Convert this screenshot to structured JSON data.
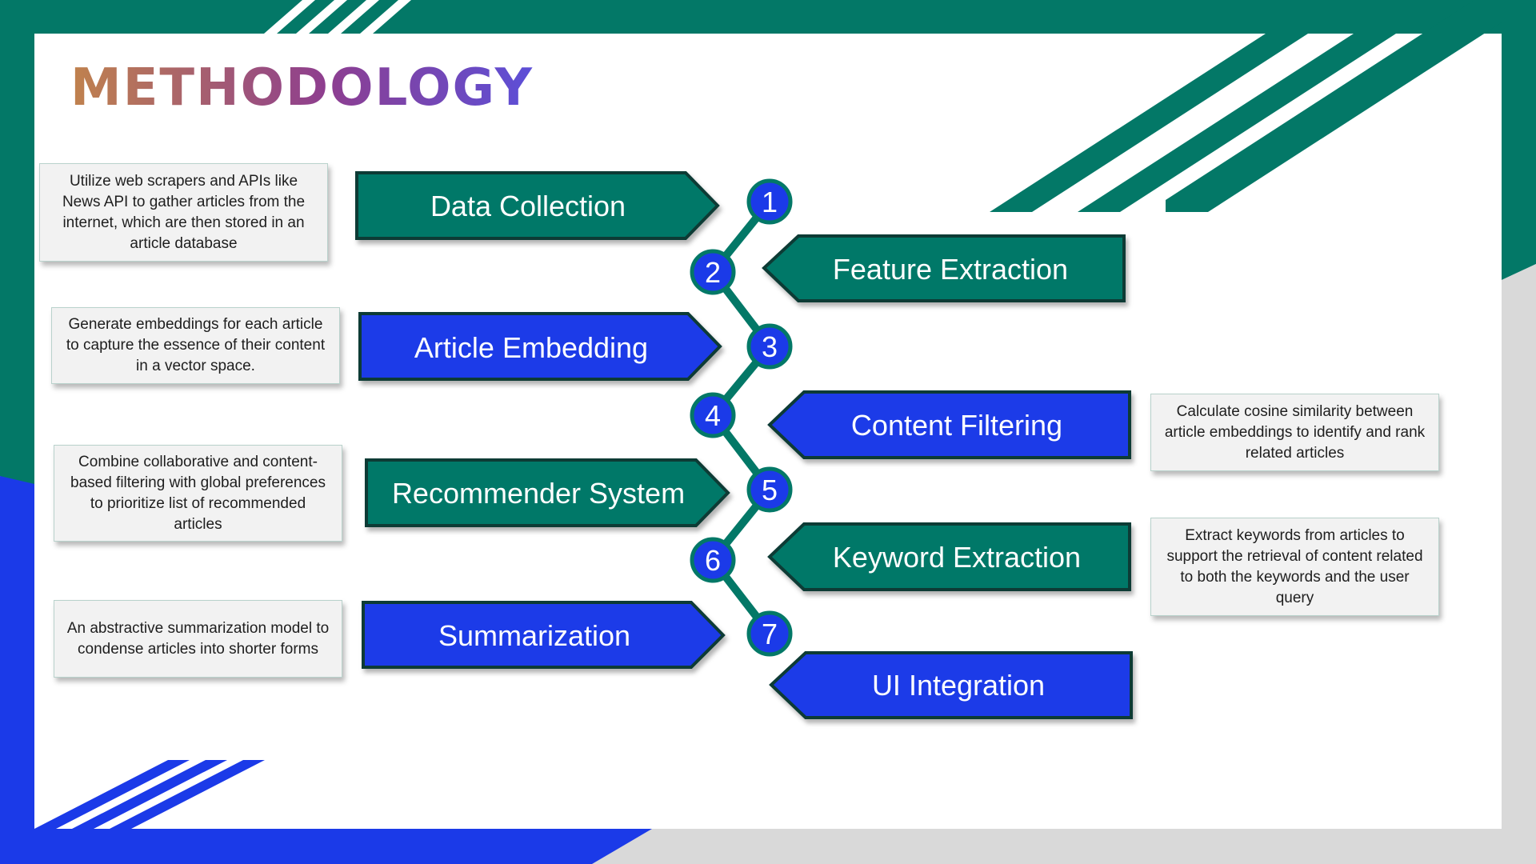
{
  "title": "METHODOLOGY",
  "colors": {
    "teal": "#037867",
    "blue": "#1b3ae8",
    "dark_border": "#0e3b35",
    "badge_blue": "#1b3ae8",
    "title_gradient": [
      "#c0824d",
      "#8e3e8f",
      "#5c4fd8"
    ]
  },
  "steps": [
    {
      "number": "1",
      "label": "Data Collection",
      "color": "teal",
      "side": "left"
    },
    {
      "number": "2",
      "label": "Feature Extraction",
      "color": "teal",
      "side": "right"
    },
    {
      "number": "3",
      "label": "Article Embedding",
      "color": "blue",
      "side": "left"
    },
    {
      "number": "4",
      "label": "Content Filtering",
      "color": "blue",
      "side": "right"
    },
    {
      "number": "5",
      "label": "Recommender System",
      "color": "teal",
      "side": "left"
    },
    {
      "number": "6",
      "label": "Keyword Extraction",
      "color": "teal",
      "side": "right"
    },
    {
      "number": "7",
      "label": "Summarization",
      "color": "blue",
      "side": "left"
    },
    {
      "number": "",
      "label": "UI Integration",
      "color": "blue",
      "side": "right"
    }
  ],
  "descriptions": {
    "data_collection": "Utilize web scrapers and APIs like News API to gather articles from the internet, which are then stored in an article database",
    "article_embedding": "Generate embeddings for each article to capture the essence of their content in a vector space.",
    "recommender_system": "Combine collaborative and content-based filtering with global preferences to prioritize list of recommended articles",
    "summarization": "An abstractive summarization model to condense articles into shorter forms",
    "content_filtering": "Calculate cosine similarity between article embeddings to identify and rank related articles",
    "keyword_extraction": "Extract keywords from articles to support the retrieval of content related to both the keywords and the user query"
  }
}
